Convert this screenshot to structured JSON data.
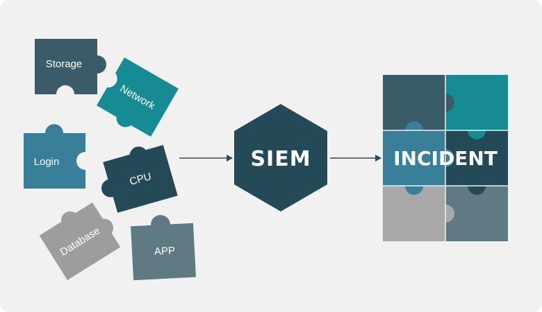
{
  "pieces": {
    "storage": {
      "label": "Storage",
      "color": "#3a5c68"
    },
    "network": {
      "label": "Network",
      "color": "#178b93"
    },
    "login": {
      "label": "Login",
      "color": "#3a7f99"
    },
    "cpu": {
      "label": "CPU",
      "color": "#244a57"
    },
    "database": {
      "label": "Database",
      "color": "#9b9d9e"
    },
    "app": {
      "label": "APP",
      "color": "#607a84"
    }
  },
  "siem": {
    "label": "SIEM",
    "color": "#244a57"
  },
  "incident": {
    "label": "INCIDENT",
    "colors": [
      "#3a5c68",
      "#178b93",
      "#3a7f99",
      "#244a57",
      "#a8a8a8",
      "#607a84"
    ]
  },
  "arrow_color": "#2f4a55"
}
